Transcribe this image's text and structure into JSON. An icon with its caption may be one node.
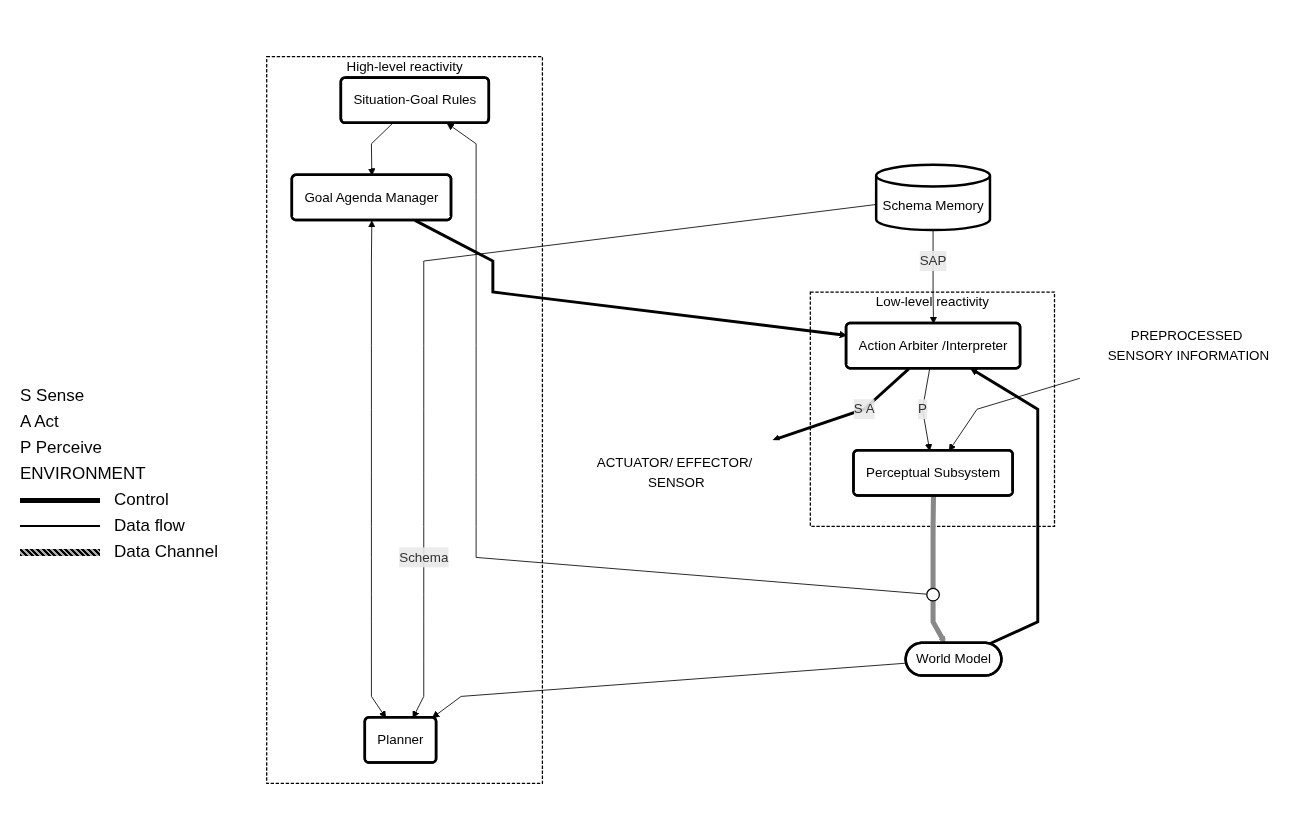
{
  "diagram": {
    "nodes": [
      {
        "text": [
          "High-level reactivity"
        ]
      },
      {
        "text": [
          "Planner"
        ],
        "in": 0
      },
      {
        "text": [
          "Situation-Goal Rules"
        ],
        "in": 0
      },
      {
        "text": [
          "Goal Agenda Manager"
        ],
        "in": 0
      },
      {
        "text": [
          "Schema Memory"
        ]
      },
      {
        "text": [
          "World Model"
        ]
      },
      {
        "text": [],
        "shape": "circle"
      },
      {
        "text": [
          "Low-level reactivity"
        ]
      },
      {
        "text": [
          "Perceptual Subsystem"
        ],
        "in": 7
      },
      {
        "text": [
          "Action Arbiter /Interpreter"
        ],
        "in": 7
      },
      {
        "text": [
          "PREPROCESSED SENSORY INFORMATION"
        ]
      },
      {
        "text": [
          "ACTUATOR/ EFFECTOR/ SENSOR"
        ]
      }
    ],
    "edges": [
      {
        "from": 3,
        "to": 1,
        "arrow": "both"
      },
      {
        "from": 4,
        "to": 1,
        "arrow": "to",
        "label": "Schema"
      },
      {
        "from": 2,
        "to": 3,
        "arrow": "to"
      },
      {
        "from": 5,
        "to": 1,
        "arrow": "to"
      },
      {
        "from": 3,
        "to": 9,
        "arrow": "to",
        "style": "thick"
      },
      {
        "from": 4,
        "to": 9,
        "arrow": "to",
        "label": "SAP"
      },
      {
        "from": 5,
        "to": 9,
        "arrow": "to",
        "style": "thick"
      },
      {
        "from": 8,
        "to": 6,
        "arrow": "none",
        "style": "thick",
        "color": "#888888"
      },
      {
        "from": 6,
        "to": 5,
        "arrow": "to",
        "style": "thick",
        "color": "#888888"
      },
      {
        "from": 6,
        "to": 2,
        "arrow": "to"
      },
      {
        "from": 9,
        "to": 8,
        "arrow": "to",
        "label": "P"
      },
      {
        "from": 10,
        "to": 8,
        "arrow": "to"
      },
      {
        "from": 9,
        "to": 11,
        "arrow": "to",
        "label": "S A",
        "style": "thick"
      }
    ],
    "labels": [
      "S Sense",
      "A Act",
      "P Perceive",
      "ENVIRONMENT"
    ],
    "legend": [
      {
        "text": "Control"
      },
      {
        "text": "Data flow"
      },
      {
        "text": "Data Channel"
      }
    ]
  }
}
